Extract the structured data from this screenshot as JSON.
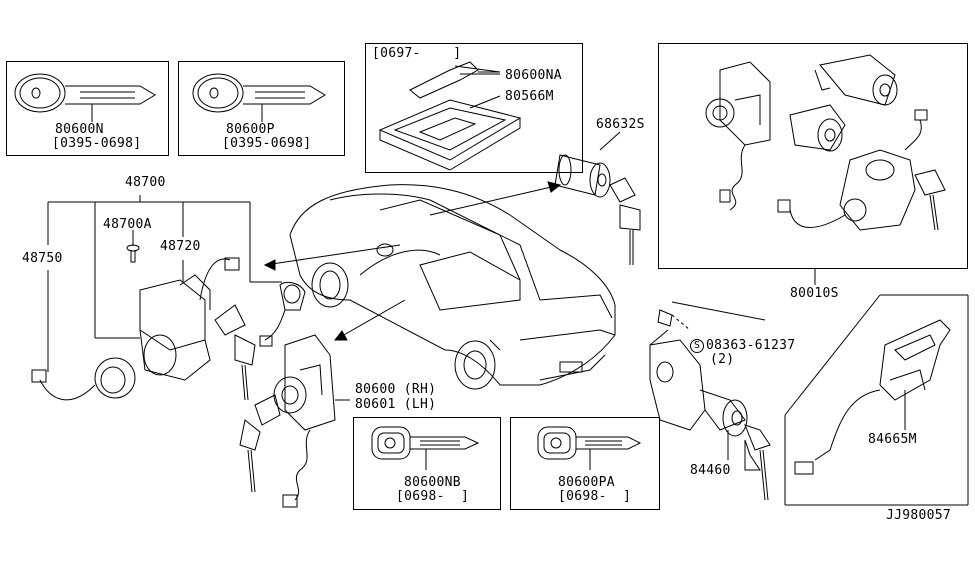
{
  "diagram_id": "JJ980057",
  "parts": {
    "key_80600n": {
      "number": "80600N",
      "date_range": "[0395-0698]"
    },
    "key_80600p": {
      "number": "80600P",
      "date_range": "[0395-0698]"
    },
    "key_80600na": {
      "range_header": "[0697-    ]",
      "number": "80600NA"
    },
    "key_case": {
      "number": "80566M"
    },
    "trunk_cylinder": {
      "number": "68632S"
    },
    "key_set": {
      "number": "80010S"
    },
    "ignition_assembly": {
      "number": "48700"
    },
    "screw_48700a": {
      "number": "48700A"
    },
    "steering_lock": {
      "number": "48720"
    },
    "illumination_ring": {
      "number": "48750"
    },
    "door_lock_rh": {
      "number": "80600 (RH)"
    },
    "door_lock_lh": {
      "number": "80601 (LH)"
    },
    "key_80600nb": {
      "number": "80600NB",
      "date_range": "[0698-  ]"
    },
    "key_80600pa": {
      "number": "80600PA",
      "date_range": "[0698-  ]"
    },
    "screw_08363": {
      "symbol": "S",
      "number": "08363-61237",
      "quantity": "(2)"
    },
    "glove_box_lock": {
      "number": "84460"
    },
    "trunk_opener": {
      "number": "84665M"
    }
  }
}
